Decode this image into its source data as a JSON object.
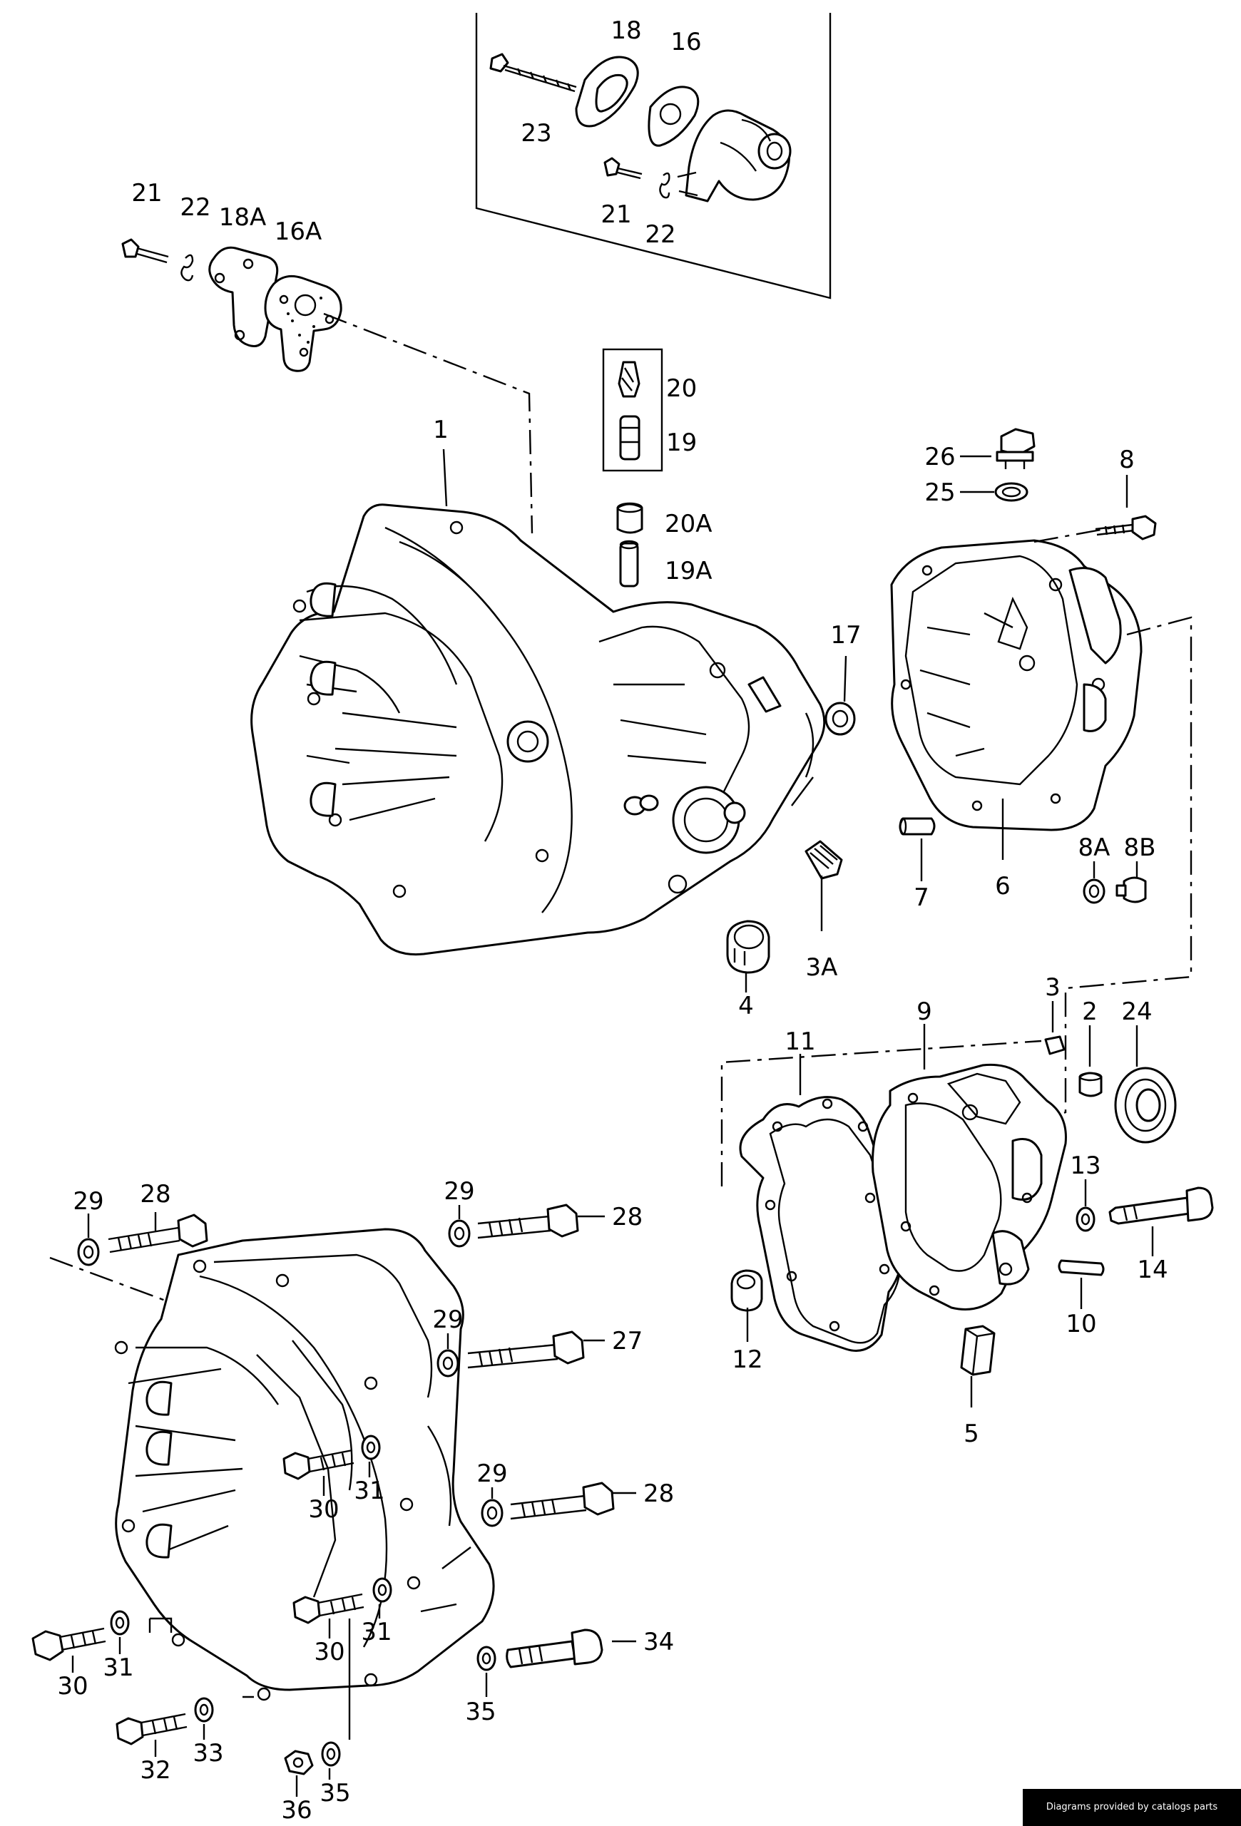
{
  "credit": "Diagrams provided by catalogs parts",
  "callouts": {
    "c1": "1",
    "c2": "2",
    "c3": "3",
    "c3A": "3A",
    "c4": "4",
    "c5": "5",
    "c6": "6",
    "c7": "7",
    "c8": "8",
    "c8A": "8A",
    "c8B": "8B",
    "c9": "9",
    "c10": "10",
    "c11": "11",
    "c12": "12",
    "c13": "13",
    "c14": "14",
    "c16": "16",
    "c16A": "16A",
    "c17": "17",
    "c18": "18",
    "c18A": "18A",
    "c19": "19",
    "c19A": "19A",
    "c20": "20",
    "c20A": "20A",
    "c21": "21",
    "c22": "22",
    "c23": "23",
    "c24": "24",
    "c25": "25",
    "c26": "26",
    "c27": "27",
    "c28": "28",
    "c29": "29",
    "c30": "30",
    "c31": "31",
    "c32": "32",
    "c33": "33",
    "c34": "34",
    "c35": "35",
    "c36": "36"
  }
}
